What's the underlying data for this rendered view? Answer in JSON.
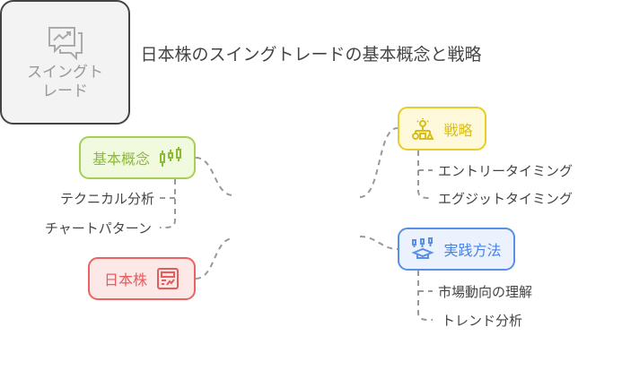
{
  "title": "日本株のスイングトレードの基本概念と戦略",
  "center": {
    "line1": "スイングト",
    "line2": "レード",
    "icon": "chart-chat-icon"
  },
  "branches": {
    "basics": {
      "label": "基本概念",
      "icon": "candlestick-icon",
      "color": "#8cbb34",
      "fill": "#f1fadf",
      "children": [
        "テクニカル分析",
        "チャートパターン"
      ]
    },
    "stocks": {
      "label": "日本株",
      "icon": "stock-report-icon",
      "color": "#e55c5c",
      "fill": "#fde8e8",
      "children": []
    },
    "strategy": {
      "label": "戦略",
      "icon": "idea-hierarchy-icon",
      "color": "#d9be1b",
      "fill": "#fff9db",
      "children": [
        "エントリータイミング",
        "エグジットタイミング"
      ]
    },
    "practice": {
      "label": "実践方法",
      "icon": "graduation-chart-icon",
      "color": "#5a8fe6",
      "fill": "#ebf2fe",
      "children": [
        "市場動向の理解",
        "トレンド分析"
      ]
    }
  }
}
